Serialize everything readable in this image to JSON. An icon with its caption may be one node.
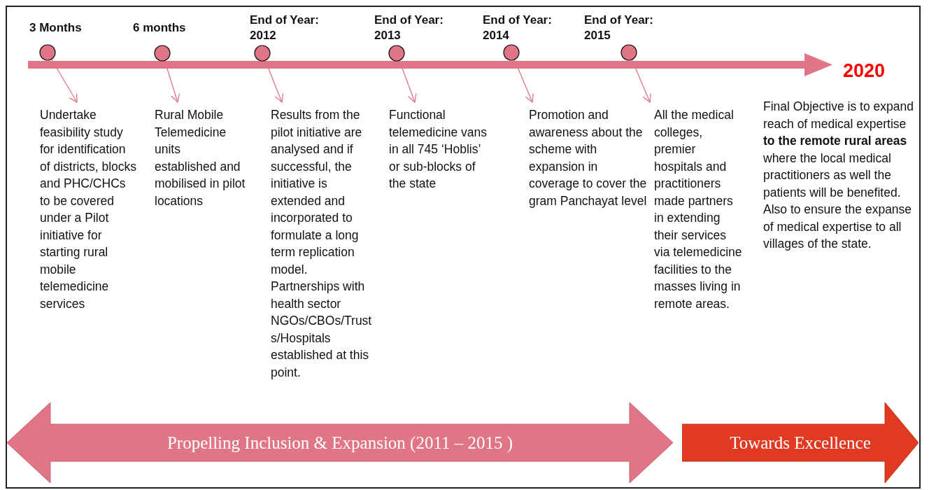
{
  "diagram": {
    "nodes": [
      {
        "text": [],
        "shape": "circle",
        "beside": [
          "3 Months"
        ]
      },
      {
        "text": [],
        "shape": "circle",
        "beside": [
          "6 months"
        ]
      },
      {
        "text": [],
        "shape": "circle",
        "beside": [
          "End of Year: 2012"
        ]
      },
      {
        "text": [],
        "shape": "circle",
        "beside": [
          "End of Year: 2013"
        ]
      },
      {
        "text": [],
        "shape": "circle",
        "beside": [
          "End of Year: 2014"
        ]
      },
      {
        "text": [],
        "shape": "circle",
        "beside": [
          "End of Year: 2015"
        ]
      },
      {
        "text": [
          "Undertake feasibility study for identification of districts, blocks and PHC/CHCs to be covered under a Pilot initiative for starting rural mobile telemedicine services"
        ]
      },
      {
        "text": [
          "Rural Mobile Telemedicine units established and mobilised in pilot locations"
        ]
      },
      {
        "text": [
          "Results from the pilot initiative are analysed and if successful, the initiative is extended and incorporated to formulate a long term replication model. Partnerships with health sector NGOs/CBOs/Trusts/Hospitals established at this point."
        ]
      },
      {
        "text": [
          "Functional telemedicine vans in all 745 ‘Hoblis’ or sub-blocks of the state"
        ]
      },
      {
        "text": [
          "Promotion and awareness about the scheme with expansion in coverage to cover the gram Panchayat level"
        ]
      },
      {
        "text": [
          "All the medical colleges, premier hospitals and practitioners made partners in extending their services via telemedicine facilities to the masses living in remote areas."
        ]
      },
      {
        "text": [
          "Propelling Inclusion & Expansion (2011 – 2015 )"
        ]
      },
      {
        "text": [
          "Towards Excellence"
        ]
      }
    ],
    "edges": [
      {
        "from": 0,
        "to": 6,
        "arrow": "to"
      },
      {
        "from": 1,
        "to": 7,
        "arrow": "to"
      },
      {
        "from": 2,
        "to": 8,
        "arrow": "to"
      },
      {
        "from": 3,
        "to": 9,
        "arrow": "to"
      },
      {
        "from": 4,
        "to": 10,
        "arrow": "to"
      },
      {
        "from": 5,
        "to": 11,
        "arrow": "to"
      }
    ],
    "labels": [
      "2020",
      "Final Objective is to expand reach of medical expertise **to the remote rural areas** where the local medical practitioners as well the patients will be benefited. Also to ensure the expanse of medical expertise to all villages of the state."
    ]
  }
}
